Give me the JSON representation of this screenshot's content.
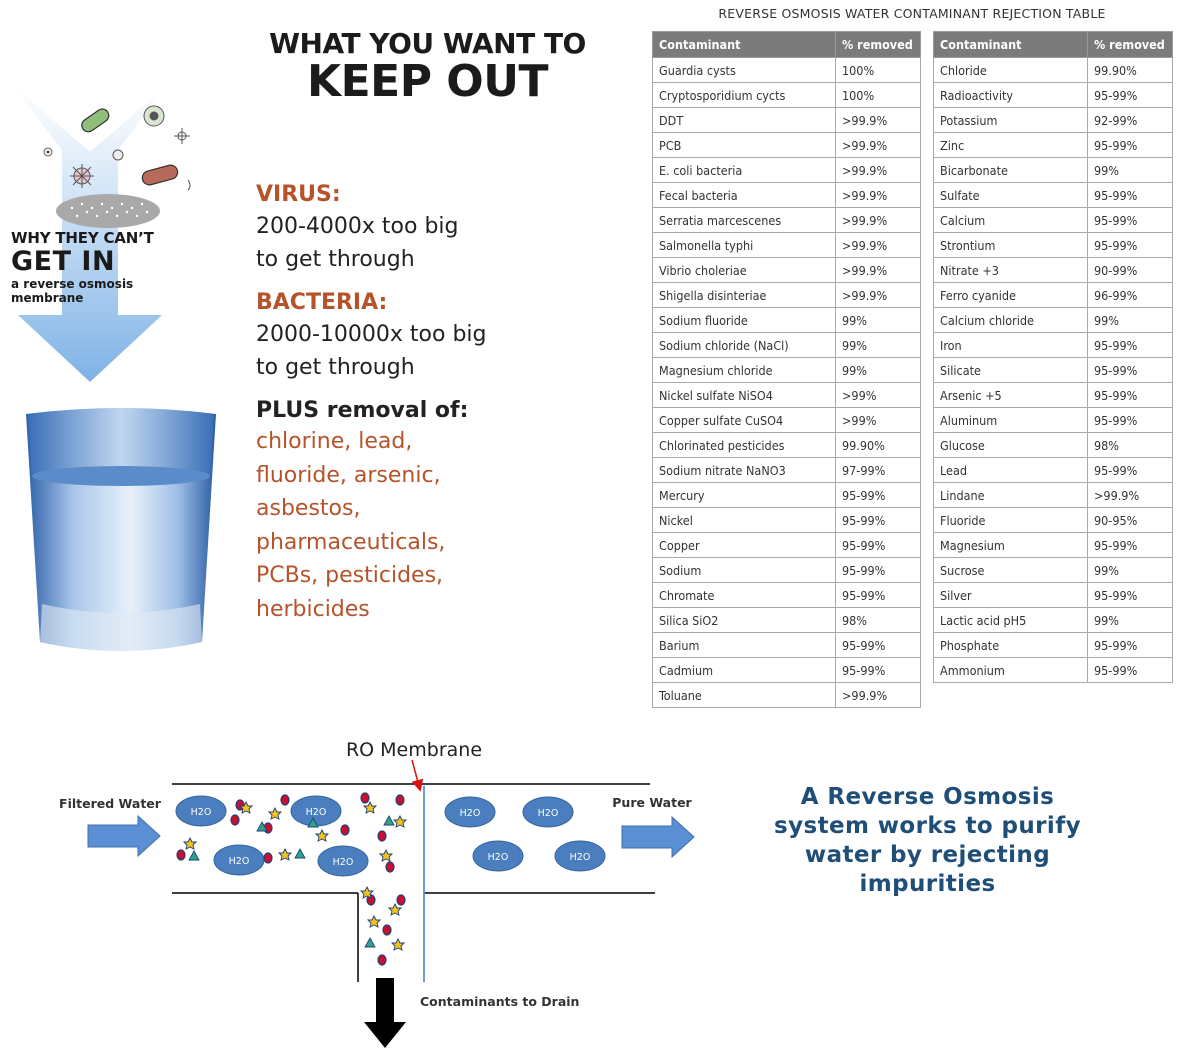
{
  "keep_out": {
    "title_line1": "WHAT YOU WANT TO",
    "title_line2": "KEEP OUT"
  },
  "membrane_label": {
    "line1": "WHY THEY CAN’T",
    "line2": "GET IN",
    "line3": "a reverse osmosis",
    "line4": "membrane"
  },
  "virus": {
    "heading": "VIRUS:",
    "line1": "200-4000x too big",
    "line2": "to get through"
  },
  "bacteria": {
    "heading": "BACTERIA:",
    "line1": "2000-10000x too big",
    "line2": "to get through"
  },
  "plus": {
    "heading": "PLUS removal of:",
    "items": [
      "chlorine, lead,",
      "fluoride, arsenic,",
      "asbestos,",
      "pharmaceuticals,",
      "PCBs, pesticides,",
      "herbicides"
    ]
  },
  "table": {
    "title": "REVERSE OSMOSIS WATER CONTAMINANT REJECTION TABLE",
    "header_contaminant": "Contaminant",
    "header_removed": "% removed",
    "left_rows": [
      [
        "Guardia cysts",
        "100%"
      ],
      [
        "Cryptosporidium cycts",
        "100%"
      ],
      [
        "DDT",
        ">99.9%"
      ],
      [
        "PCB",
        ">99.9%"
      ],
      [
        "E. coli bacteria",
        ">99.9%"
      ],
      [
        "Fecal bacteria",
        ">99.9%"
      ],
      [
        "Serratia marcescenes",
        ">99.9%"
      ],
      [
        "Salmonella typhi",
        ">99.9%"
      ],
      [
        "Vibrio choleriae",
        ">99.9%"
      ],
      [
        "Shigella disinteriae",
        ">99.9%"
      ],
      [
        "Sodium fluoride",
        "99%"
      ],
      [
        "Sodium chloride (NaCl)",
        "99%"
      ],
      [
        "Magnesium chloride",
        "99%"
      ],
      [
        "Nickel sulfate NiSO4",
        ">99%"
      ],
      [
        "Copper sulfate CuSO4",
        ">99%"
      ],
      [
        "Chlorinated pesticides",
        "99.90%"
      ],
      [
        "Sodium nitrate NaNO3",
        "97-99%"
      ],
      [
        "Mercury",
        "95-99%"
      ],
      [
        "Nickel",
        "95-99%"
      ],
      [
        "Copper",
        "95-99%"
      ],
      [
        "Sodium",
        "95-99%"
      ],
      [
        "Chromate",
        "95-99%"
      ],
      [
        "Silica SiO2",
        "98%"
      ],
      [
        "Barium",
        "95-99%"
      ],
      [
        "Cadmium",
        "95-99%"
      ],
      [
        "Toluane",
        ">99.9%"
      ]
    ],
    "right_rows": [
      [
        "Chloride",
        "99.90%"
      ],
      [
        "Radioactivity",
        "95-99%"
      ],
      [
        "Potassium",
        "92-99%"
      ],
      [
        "Zinc",
        "95-99%"
      ],
      [
        "Bicarbonate",
        "99%"
      ],
      [
        "Sulfate",
        "95-99%"
      ],
      [
        "Calcium",
        "95-99%"
      ],
      [
        "Strontium",
        "95-99%"
      ],
      [
        "Nitrate +3",
        "90-99%"
      ],
      [
        "Ferro cyanide",
        "96-99%"
      ],
      [
        "Calcium chloride",
        "99%"
      ],
      [
        "Iron",
        "95-99%"
      ],
      [
        "Silicate",
        "95-99%"
      ],
      [
        "Arsenic +5",
        "95-99%"
      ],
      [
        "Aluminum",
        "95-99%"
      ],
      [
        "Glucose",
        "98%"
      ],
      [
        "Lead",
        "95-99%"
      ],
      [
        "Lindane",
        ">99.9%"
      ],
      [
        "Fluoride",
        "90-95%"
      ],
      [
        "Magnesium",
        "95-99%"
      ],
      [
        "Sucrose",
        "99%"
      ],
      [
        "Silver",
        "95-99%"
      ],
      [
        "Lactic acid pH5",
        "99%"
      ],
      [
        "Phosphate",
        "95-99%"
      ],
      [
        "Ammonium",
        "95-99%"
      ]
    ]
  },
  "diagram": {
    "membrane_label": "RO Membrane",
    "filtered_label": "Filtered Water",
    "pure_label": "Pure Water",
    "drain_label": "Contaminants to Drain",
    "molecule_label": "H2O"
  },
  "caption": {
    "lines": [
      "A Reverse Osmosis",
      "system works to purify",
      "water by rejecting",
      "impurities"
    ]
  },
  "colors": {
    "orange": "#b5532b",
    "caption_blue": "#1f4e79",
    "arrow_blue": "#4a7ebf",
    "molecule_blue": "#4a7ebf",
    "table_header": "#7b7b7b"
  }
}
